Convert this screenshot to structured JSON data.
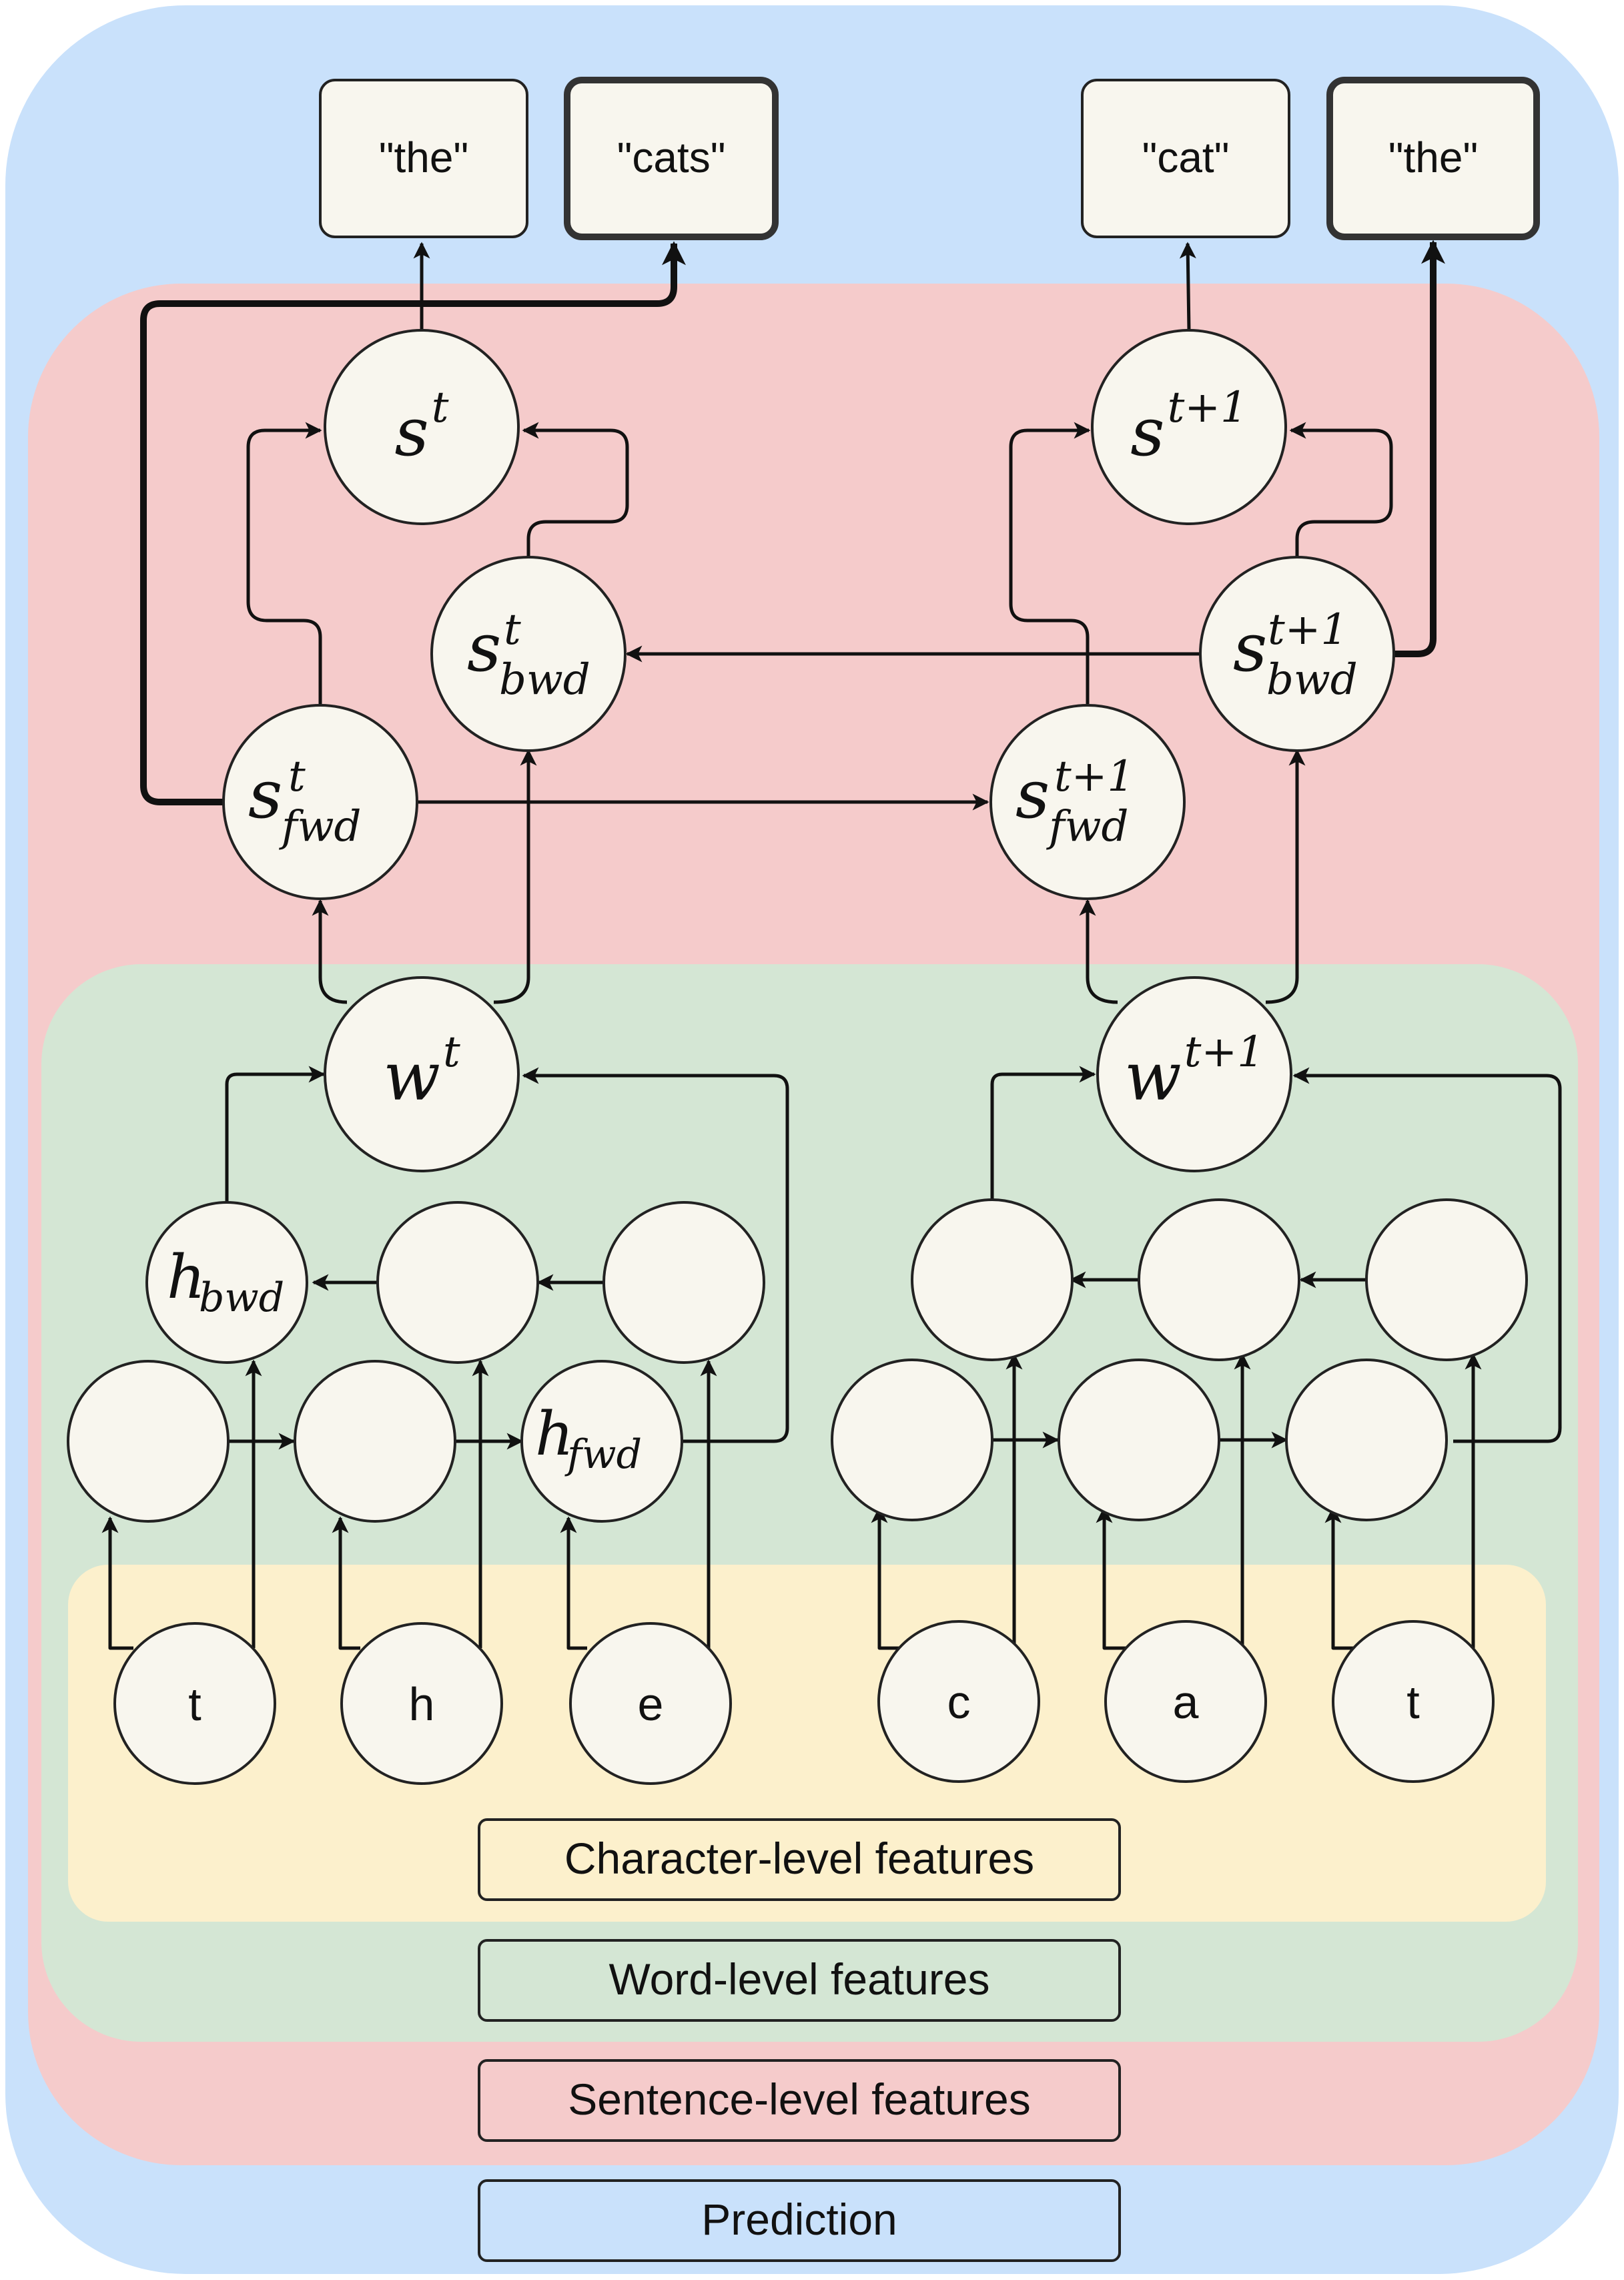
{
  "colors": {
    "prediction_bg": "#c9e1fb",
    "sentence_bg": "#f5cbcb",
    "word_bg": "#d4e6d4",
    "char_bg": "#fcf0cc",
    "node_fill": "#f8f6ee",
    "stroke": "#222222"
  },
  "outputs": {
    "o1": "\"the\"",
    "o2": "\"cats\"",
    "o3": "\"cat\"",
    "o4": "\"the\""
  },
  "sentence_nodes": {
    "s_t": {
      "base": "s",
      "sup": "t"
    },
    "s_t1": {
      "base": "s",
      "sup": "t+1"
    },
    "sbwd_t": {
      "base": "s",
      "sup": "t",
      "sub": "bwd"
    },
    "sbwd_t1": {
      "base": "s",
      "sup": "t+1",
      "sub": "bwd"
    },
    "sfwd_t": {
      "base": "s",
      "sup": "t",
      "sub": "fwd"
    },
    "sfwd_t1": {
      "base": "s",
      "sup": "t+1",
      "sub": "fwd"
    }
  },
  "word_nodes": {
    "w_t": {
      "base": "w",
      "sup": "t"
    },
    "w_t1": {
      "base": "w",
      "sup": "t+1"
    }
  },
  "char_nodes": {
    "hbwd": {
      "base": "h",
      "sub": "bwd"
    },
    "hfwd": {
      "base": "h",
      "sub": "fwd"
    }
  },
  "characters": {
    "c1": "t",
    "c2": "h",
    "c3": "e",
    "c4": "c",
    "c5": "a",
    "c6": "t"
  },
  "legend": {
    "character": "Character-level features",
    "word": "Word-level features",
    "sentence": "Sentence-level features",
    "prediction": "Prediction"
  }
}
